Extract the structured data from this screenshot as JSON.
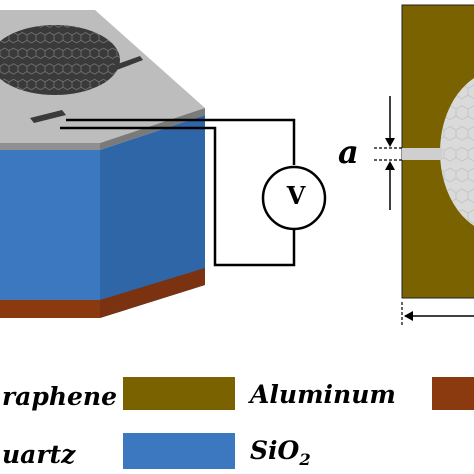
{
  "labels": {
    "gap": "a",
    "voltmeter": "V"
  },
  "legend": [
    {
      "id": "graphene",
      "text": "raphene",
      "color": "#3a3a3a"
    },
    {
      "id": "aluminum",
      "text": "Aluminum",
      "color": "#7a6200"
    },
    {
      "id": "third-material",
      "text": "",
      "color": "#8b3a10"
    },
    {
      "id": "quartz",
      "text": "uartz",
      "color": "#b5b5b5"
    },
    {
      "id": "sio2",
      "text": "SiO",
      "subscript": "2",
      "color": "#3b78c0"
    }
  ]
}
